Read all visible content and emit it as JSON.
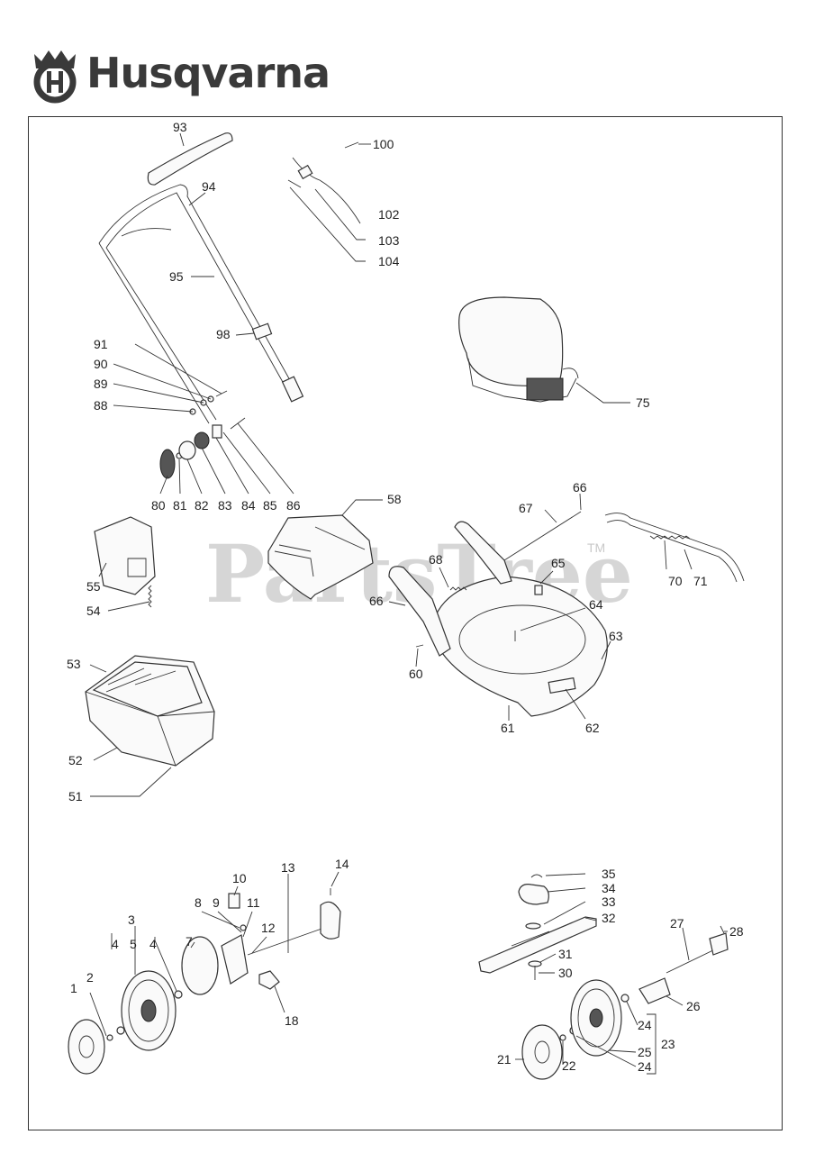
{
  "brand": {
    "name": "Husqvarna",
    "logo_icon": "husqvarna-crown-logo-icon"
  },
  "watermark": {
    "text": "PartsTree",
    "mark": "TM"
  },
  "diagram": {
    "callouts": [
      {
        "id": "93",
        "label": "93"
      },
      {
        "id": "94",
        "label": "94"
      },
      {
        "id": "95",
        "label": "95"
      },
      {
        "id": "98",
        "label": "98"
      },
      {
        "id": "100",
        "label": "100"
      },
      {
        "id": "102",
        "label": "102"
      },
      {
        "id": "103",
        "label": "103"
      },
      {
        "id": "104",
        "label": "104"
      },
      {
        "id": "91",
        "label": "91"
      },
      {
        "id": "90",
        "label": "90"
      },
      {
        "id": "89",
        "label": "89"
      },
      {
        "id": "88",
        "label": "88"
      },
      {
        "id": "75",
        "label": "75"
      },
      {
        "id": "80",
        "label": "80"
      },
      {
        "id": "81",
        "label": "81"
      },
      {
        "id": "82",
        "label": "82"
      },
      {
        "id": "83",
        "label": "83"
      },
      {
        "id": "84",
        "label": "84"
      },
      {
        "id": "85",
        "label": "85"
      },
      {
        "id": "86",
        "label": "86"
      },
      {
        "id": "58",
        "label": "58"
      },
      {
        "id": "66a",
        "label": "66"
      },
      {
        "id": "67",
        "label": "67"
      },
      {
        "id": "68",
        "label": "68"
      },
      {
        "id": "65",
        "label": "65"
      },
      {
        "id": "66b",
        "label": "66"
      },
      {
        "id": "64",
        "label": "64"
      },
      {
        "id": "70",
        "label": "70"
      },
      {
        "id": "71",
        "label": "71"
      },
      {
        "id": "63",
        "label": "63"
      },
      {
        "id": "60",
        "label": "60"
      },
      {
        "id": "61",
        "label": "61"
      },
      {
        "id": "62",
        "label": "62"
      },
      {
        "id": "55",
        "label": "55"
      },
      {
        "id": "54",
        "label": "54"
      },
      {
        "id": "53",
        "label": "53"
      },
      {
        "id": "52",
        "label": "52"
      },
      {
        "id": "51",
        "label": "51"
      },
      {
        "id": "13",
        "label": "13"
      },
      {
        "id": "14",
        "label": "14"
      },
      {
        "id": "10",
        "label": "10"
      },
      {
        "id": "8",
        "label": "8"
      },
      {
        "id": "9",
        "label": "9"
      },
      {
        "id": "11",
        "label": "11"
      },
      {
        "id": "12",
        "label": "12"
      },
      {
        "id": "3",
        "label": "3"
      },
      {
        "id": "4a",
        "label": "4"
      },
      {
        "id": "5",
        "label": "5"
      },
      {
        "id": "4b",
        "label": "4"
      },
      {
        "id": "7",
        "label": "7"
      },
      {
        "id": "1",
        "label": "1"
      },
      {
        "id": "2",
        "label": "2"
      },
      {
        "id": "18",
        "label": "18"
      },
      {
        "id": "35",
        "label": "35"
      },
      {
        "id": "34",
        "label": "34"
      },
      {
        "id": "33",
        "label": "33"
      },
      {
        "id": "32",
        "label": "32"
      },
      {
        "id": "27",
        "label": "27"
      },
      {
        "id": "28",
        "label": "28"
      },
      {
        "id": "31",
        "label": "31"
      },
      {
        "id": "30",
        "label": "30"
      },
      {
        "id": "26",
        "label": "26"
      },
      {
        "id": "24a",
        "label": "24"
      },
      {
        "id": "25",
        "label": "25"
      },
      {
        "id": "23",
        "label": "23"
      },
      {
        "id": "21",
        "label": "21"
      },
      {
        "id": "22",
        "label": "22"
      },
      {
        "id": "24b",
        "label": "24"
      }
    ]
  }
}
